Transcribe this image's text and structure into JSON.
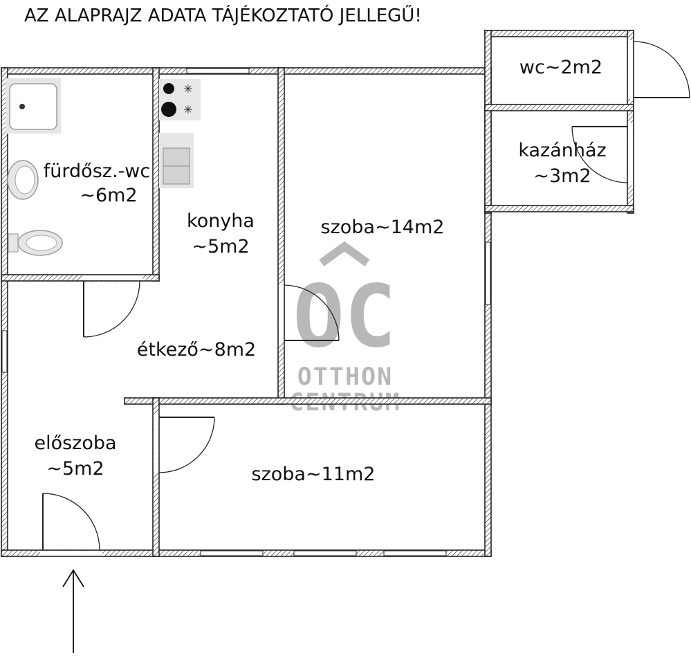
{
  "notice": "AZ ALAPRAJZ ADATA TÁJÉKOZTATÓ JELLEGŰ!",
  "rooms": {
    "bathroom": {
      "name": "fürdősz.-wc",
      "area": "~6m2"
    },
    "kitchen": {
      "name": "konyha",
      "area": "~5m2"
    },
    "dining": {
      "label": "étkező~8m2"
    },
    "room_large": {
      "label": "szoba~14m2"
    },
    "wc": {
      "label": "wc~2m2"
    },
    "boiler": {
      "name": "kazánház",
      "area": "~3m2"
    },
    "hall": {
      "name": "előszoba",
      "area": "~5m2"
    },
    "room_small": {
      "label": "szoba~11m2"
    }
  },
  "watermark": {
    "monogram": "OC",
    "line1": "OTTHON",
    "line2": "CENTRUM"
  },
  "colors": {
    "wall_outline": "#222222",
    "watermark": "#b8b8b8",
    "fixture_fill": "#e6e6e6"
  }
}
